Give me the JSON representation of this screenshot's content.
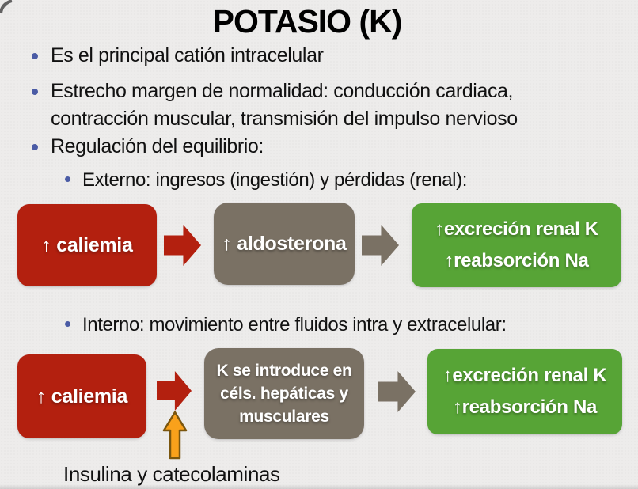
{
  "slide": {
    "title": "POTASIO (K)",
    "bullets": [
      "Es el principal catión intracelular",
      "Estrecho margen de normalidad: conducción cardiaca, contracción muscular, transmisión del impulso nervioso",
      "Regulación del equilibrio:"
    ],
    "sub_bullets": [
      "Externo: ingresos (ingestión) y pérdidas (renal):",
      "Interno: movimiento entre fluidos intra y extracelular:"
    ],
    "caption": "Insulina y catecolaminas"
  },
  "flow_external": {
    "cause": "↑ caliemia",
    "mediator": "↑ aldosterona",
    "effects": [
      "↑excreción renal K",
      "↑reabsorción Na"
    ]
  },
  "flow_internal": {
    "cause": "↑ caliemia",
    "mediator": "K se introduce en céls. hepáticas y musculares",
    "effects": [
      "↑excreción renal K",
      "↑reabsorción Na"
    ]
  },
  "icons": {
    "flow_arrow": "right-block-arrow",
    "insulin_arrow": "up-block-arrow"
  },
  "colors": {
    "box_red": "#b3200f",
    "box_gray": "#7a7164",
    "box_green": "#57a436",
    "bullet_blue": "#4a5ba5",
    "arrow_orange_fill": "#f9a11b",
    "arrow_orange_outline": "#7a560f",
    "background": "#edeceb",
    "text_dark": "#141414"
  }
}
